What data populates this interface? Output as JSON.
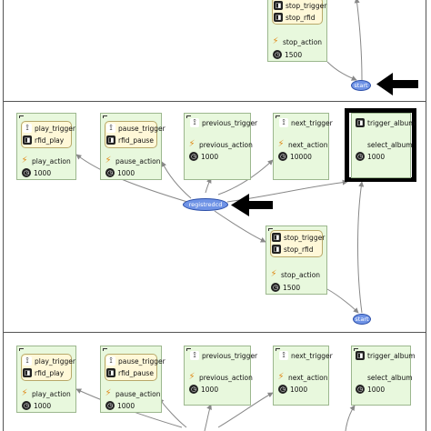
{
  "panel1": {
    "stop": {
      "trigger": "stop_trigger",
      "rfid": "stop_rfid",
      "action": "stop_action",
      "time": "1500"
    },
    "start": "start"
  },
  "panel2": {
    "play": {
      "trigger": "play_trigger",
      "rfid": "rfid_play",
      "action": "play_action",
      "time": "1000"
    },
    "pause": {
      "trigger": "pause_trigger",
      "rfid": "rfid_pause",
      "action": "pause_action",
      "time": "1000"
    },
    "previous": {
      "trigger": "previous_trigger",
      "action": "previous_action",
      "time": "1000"
    },
    "next": {
      "trigger": "next_trigger",
      "action": "next_action",
      "time": "10000"
    },
    "album": {
      "trigger": "trigger_album",
      "action": "select_album",
      "time": "1000"
    },
    "registered": "registredcd",
    "stop": {
      "trigger": "stop_trigger",
      "rfid": "stop_rfid",
      "action": "stop_action",
      "time": "1500"
    },
    "start": "start"
  },
  "panel3": {
    "play": {
      "trigger": "play_trigger",
      "rfid": "rfid_play",
      "action": "play_action",
      "time": "1000"
    },
    "pause": {
      "trigger": "pause_trigger",
      "rfid": "rfid_pause",
      "action": "pause_action",
      "time": "1000"
    },
    "previous": {
      "trigger": "previous_trigger",
      "action": "previous_action",
      "time": "1000"
    },
    "next": {
      "trigger": "next_trigger",
      "action": "next_action",
      "time": "1000"
    },
    "album": {
      "trigger": "trigger_album",
      "action": "select_album",
      "time": "1000"
    }
  },
  "icons": {
    "trigger": "antenna-icon",
    "rfid": "rfid-card-icon",
    "action": "lightning-icon",
    "time": "clock-icon"
  },
  "colors": {
    "node_fill": "#e8f8dd",
    "trigger_fill": "#fff8d8",
    "ellipse_fill": "#6f93e6",
    "highlight": "#000000"
  }
}
